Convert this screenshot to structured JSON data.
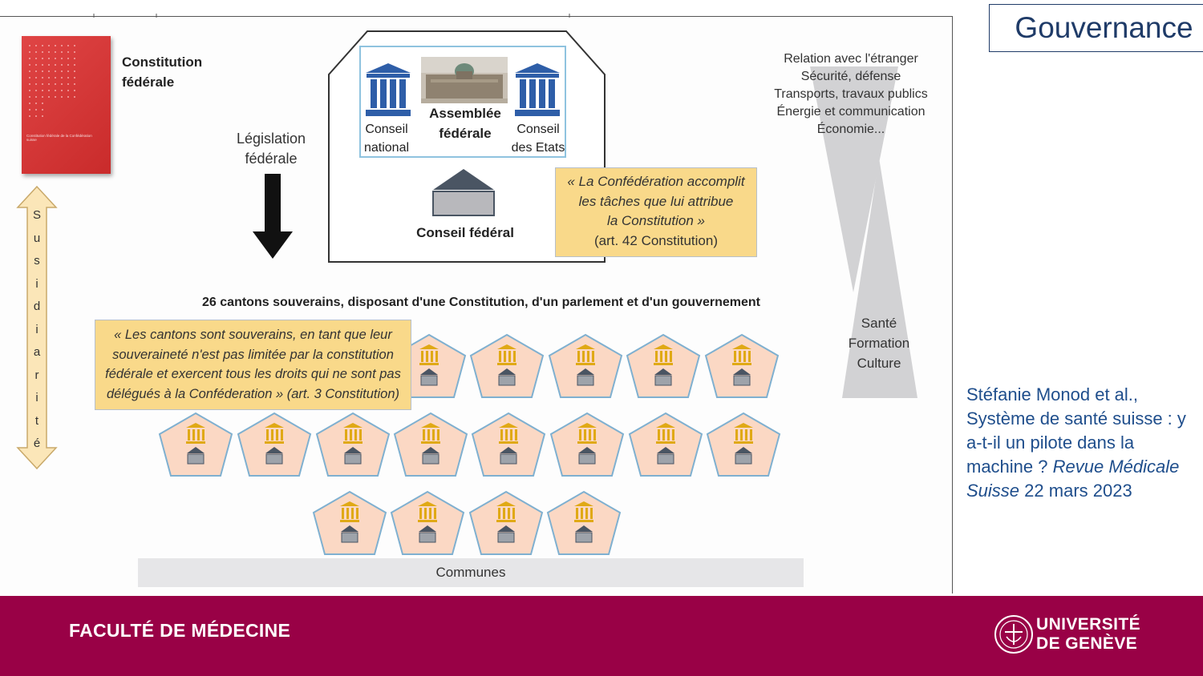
{
  "slide": {
    "title": "Gouvernance",
    "citation": {
      "authors": "Stéfanie Monod et al., Système de santé suisse : y a-t-il un pilote dans la machine ?",
      "journal": "Revue Médicale Suisse",
      "date": "22 mars 2023"
    },
    "footer": {
      "faculty": "FACULTÉ DE MÉDECINE",
      "university_line1": "UNIVERSITÉ",
      "university_line2": "DE GENÈVE"
    }
  },
  "diagram": {
    "constitution_label_1": "Constitution",
    "constitution_label_2": "fédérale",
    "book_cover_text": "Constitution fédérale de la Confédération suisse",
    "legislation_1": "Législation",
    "legislation_2": "fédérale",
    "subsidiarite": [
      "S",
      "u",
      "s",
      "i",
      "d",
      "i",
      "a",
      "r",
      "i",
      "t",
      "é"
    ],
    "parliament": {
      "assemblee_1": "Assemblée",
      "assemblee_2": "fédérale",
      "national_1": "Conseil",
      "national_2": "national",
      "etats_1": "Conseil",
      "etats_2": "des Etats",
      "conseil_federal": "Conseil fédéral"
    },
    "federal_quote": [
      "« La Confédération accomplit",
      "les tâches que lui attribue",
      "la Constitution »",
      "(art. 42 Constitution)"
    ],
    "federal_tasks": [
      "Relation avec l'étranger",
      "Sécurité, défense",
      "Transports, travaux publics",
      "Énergie et communication",
      "Économie..."
    ],
    "cantonal_tasks": [
      "Santé",
      "Formation",
      "Culture"
    ],
    "cantons_heading": "26 cantons souverains, disposant d'une Constitution, d'un parlement et d'un gouvernement",
    "cantonal_quote": [
      "« Les cantons sont souverains, en tant que leur",
      "souveraineté n'est pas limitée par la constitution",
      "fédérale et exercent tous les droits qui ne sont pas",
      "délégués à la Conféderation » (art. 3 Constitution)"
    ],
    "communes": "Communes"
  }
}
